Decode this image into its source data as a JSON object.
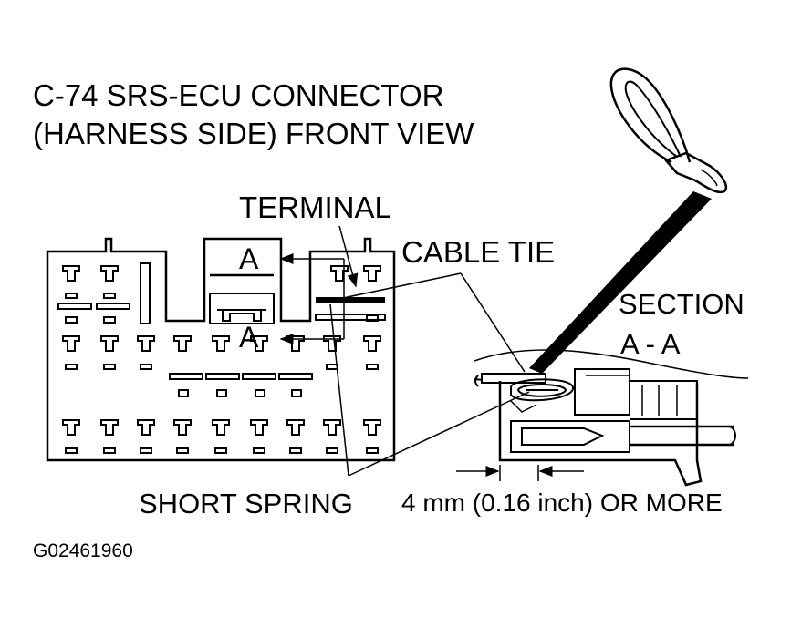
{
  "title": {
    "line1": "C-74 SRS-ECU CONNECTOR",
    "line2": "(HARNESS SIDE) FRONT VIEW"
  },
  "labels": {
    "terminal": "TERMINAL",
    "cable_tie": "CABLE TIE",
    "section_line1": "SECTION",
    "section_line2": "A - A",
    "short_spring": "SHORT SPRING",
    "dimension": "4 mm (0.16 inch) OR MORE",
    "section_marker": "A"
  },
  "figure_code": "G02461960"
}
